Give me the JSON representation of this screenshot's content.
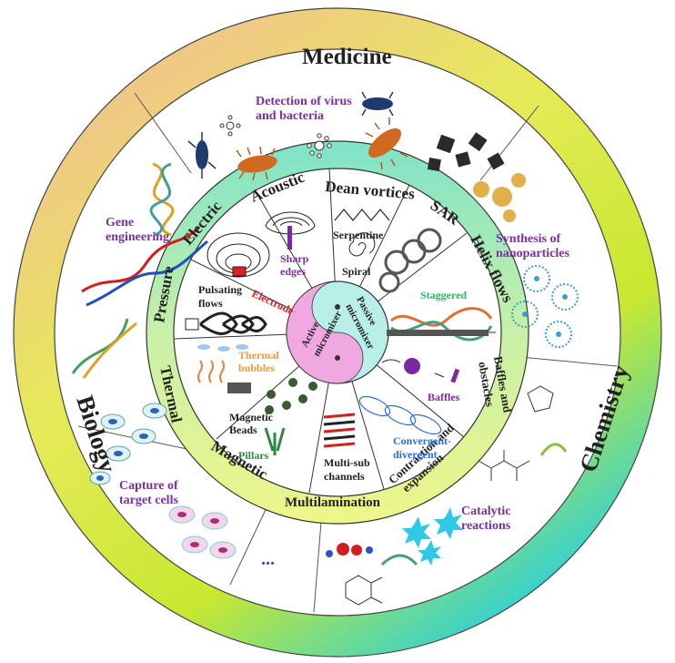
{
  "outer_ring": {
    "top": "Medicine",
    "right": "Chemistry",
    "left": "Biology"
  },
  "applications": {
    "virus": [
      "Detection of virus",
      "and bacteria"
    ],
    "gene": [
      "Gene",
      "engineering"
    ],
    "nano": [
      "Synthesis of",
      "nanoparticles"
    ],
    "cells": [
      "Capture of",
      "target cells"
    ],
    "catalytic": [
      "Catalytic",
      "reactions"
    ],
    "more": "..."
  },
  "mixer_ring": {
    "active": [
      "Electric",
      "Acoustic",
      "Pressure",
      "Thermal",
      "Magnetic"
    ],
    "passive": [
      "Dean vortices",
      "SAR",
      "Helix flows",
      "Baffles and",
      "obstacles",
      "Contraction and",
      "expansion",
      "Multilamination"
    ]
  },
  "inner": {
    "electrode": "Electrode",
    "sharp": [
      "Sharp",
      "edges"
    ],
    "serpentine": "Serpentine",
    "spiral": "Spiral",
    "pulsating": [
      "Pulsating",
      "flows"
    ],
    "staggered": "Staggered",
    "thermal_bubbles": [
      "Thermal",
      "bubbles"
    ],
    "baffles": "Baffles",
    "magnetic_beads": [
      "Magnetic",
      "Beads"
    ],
    "pillars": "Pillars",
    "multisub": [
      "Multi-sub",
      "channels"
    ],
    "convergent": [
      "Convergent-",
      "divergent"
    ]
  },
  "center": {
    "active": [
      "Active",
      "micromixer"
    ],
    "passive": [
      "Passive",
      "micromixer"
    ]
  },
  "colors": {
    "medicine": "#f8c9a8",
    "chemistry": "#d8e92c",
    "biology": "#33d2d4",
    "mixer_ring": "#a8e8b8",
    "title_purple": "#7b2fa0",
    "electrode_red": "#e02020",
    "staggered_green": "#20c060",
    "baffles_purple": "#7a2a9a",
    "convergent_blue": "#2b6ce0",
    "thermal_orange": "#f39a3a",
    "active_pink": "#f0a8e0",
    "passive_teal": "#b8f0e8"
  }
}
